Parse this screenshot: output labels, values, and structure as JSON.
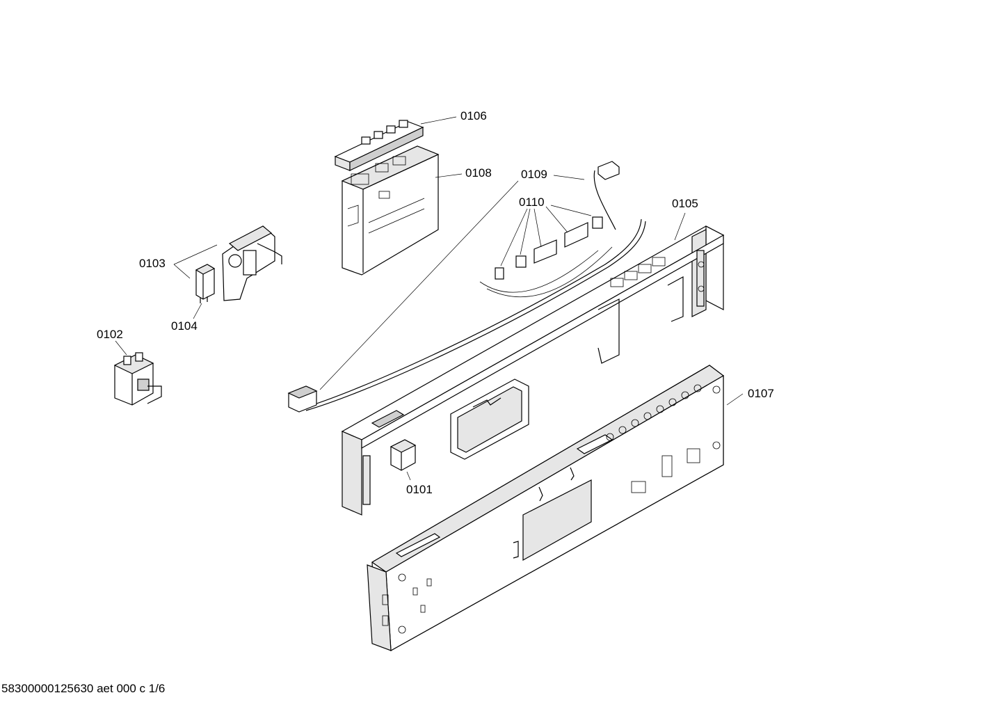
{
  "labels": {
    "p0101": "0101",
    "p0102": "0102",
    "p0103": "0103",
    "p0104": "0104",
    "p0105": "0105",
    "p0106": "0106",
    "p0107": "0107",
    "p0108": "0108",
    "p0109": "0109",
    "p0110": "0110"
  },
  "footer": "58300000125630 aet 000 c 1/6"
}
